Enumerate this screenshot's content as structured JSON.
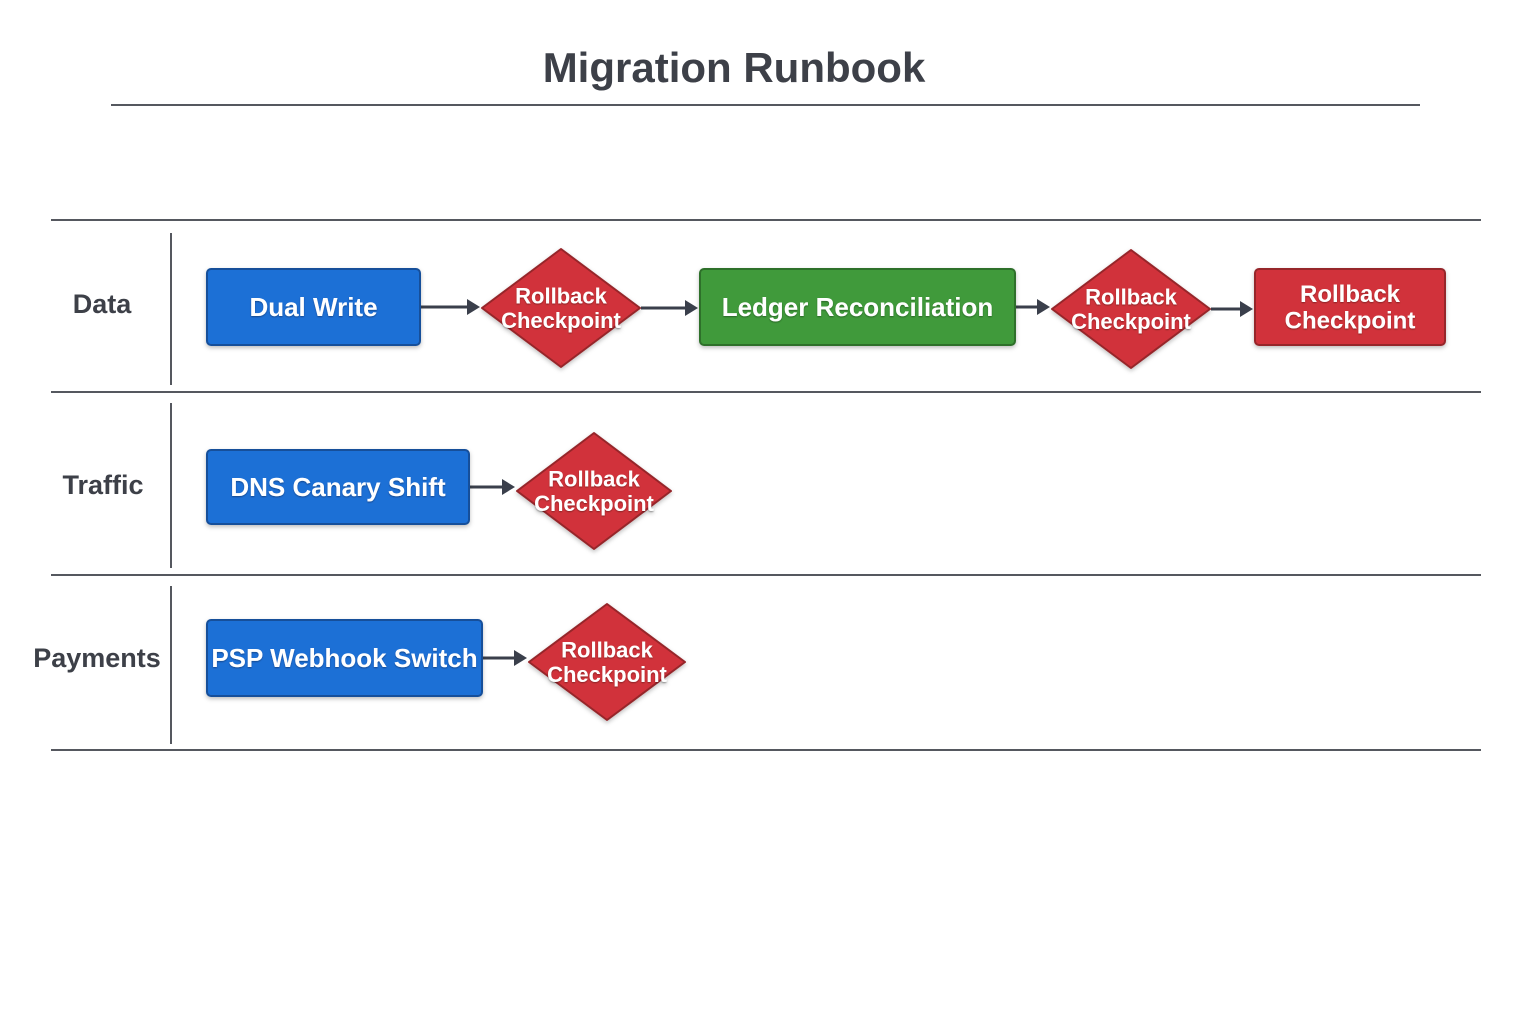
{
  "title": "Migration Runbook",
  "colors": {
    "blue": "#1f6fd6",
    "green": "#3f9a3a",
    "red": "#d1333a",
    "text": "#3d4048",
    "line": "#55585f"
  },
  "lanes": [
    {
      "id": "data",
      "label": "Data",
      "nodes": [
        {
          "id": "dual-write",
          "shape": "rect",
          "color": "blue",
          "lines": [
            "Dual Write"
          ]
        },
        {
          "id": "rollback-checkpoint-1",
          "shape": "diamond",
          "color": "red",
          "lines": [
            "Rollback",
            "Checkpoint"
          ]
        },
        {
          "id": "ledger-reconciliation",
          "shape": "rect",
          "color": "green",
          "lines": [
            "Ledger Reconciliation"
          ]
        },
        {
          "id": "rollback-checkpoint-2",
          "shape": "diamond",
          "color": "red",
          "lines": [
            "Rollback",
            "Checkpoint"
          ]
        },
        {
          "id": "rollback-checkpoint-3",
          "shape": "rect",
          "color": "red",
          "lines": [
            "Rollback",
            "Checkpoint"
          ]
        }
      ]
    },
    {
      "id": "traffic",
      "label": "Traffic",
      "nodes": [
        {
          "id": "dns-canary-shift",
          "shape": "rect",
          "color": "blue",
          "lines": [
            "DNS Canary Shift"
          ]
        },
        {
          "id": "rollback-checkpoint-4",
          "shape": "diamond",
          "color": "red",
          "lines": [
            "Rollback",
            "Checkpoint"
          ]
        }
      ]
    },
    {
      "id": "payments",
      "label": "Payments",
      "nodes": [
        {
          "id": "psp-webhook-switch",
          "shape": "rect",
          "color": "blue",
          "lines": [
            "PSP Webhook Switch"
          ]
        },
        {
          "id": "rollback-checkpoint-5",
          "shape": "diamond",
          "color": "red",
          "lines": [
            "Rollback",
            "Checkpoint"
          ]
        }
      ]
    }
  ]
}
